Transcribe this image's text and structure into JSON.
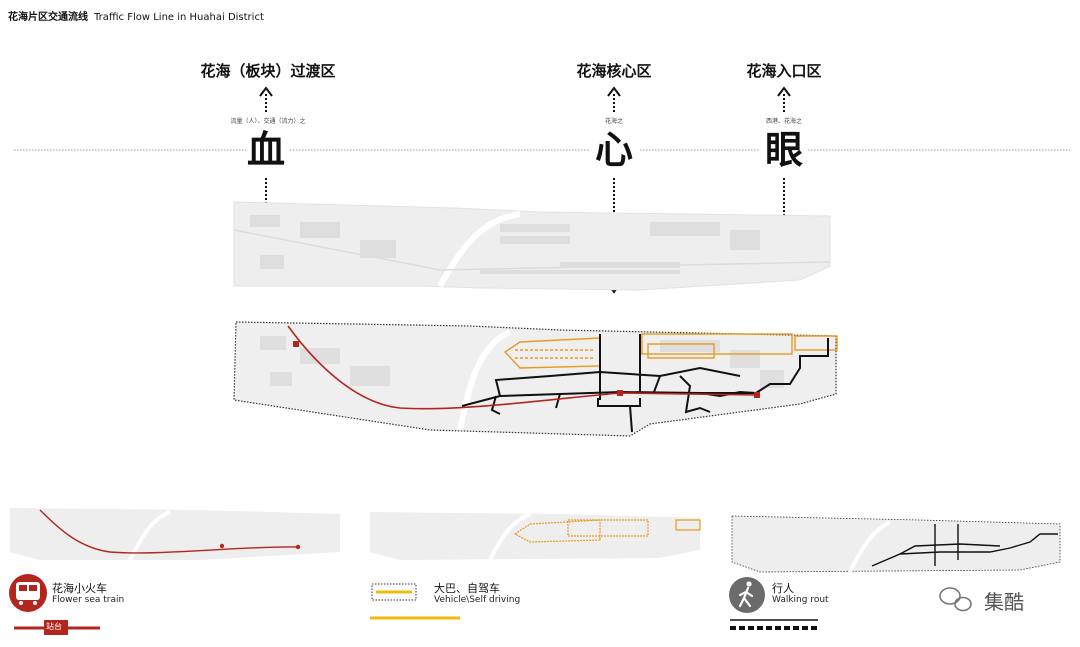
{
  "header": {
    "title_cn": "花海片区交通流线",
    "title_en": "Traffic Flow Line in Huahai District"
  },
  "zones": [
    {
      "title": "花海（板块）过渡区",
      "subtitle": "流量（人）、交通（流力）之",
      "character": "血"
    },
    {
      "title": "花海核心区",
      "subtitle": "花海之",
      "character": "心"
    },
    {
      "title": "花海入口区",
      "subtitle": "西港、花海之",
      "character": "眼"
    }
  ],
  "legend": [
    {
      "label_cn": "花海小火车",
      "label_en": "Flower sea train",
      "badge": "站台",
      "color": "#b3261e"
    },
    {
      "label_cn": "大巴、自驾车",
      "label_en": "Vehicle\\Self driving",
      "color": "#f2b90f"
    },
    {
      "label_cn": "行人",
      "label_en": "Walking rout",
      "color": "#111111"
    }
  ],
  "watermark": "集酷",
  "colors": {
    "train": "#b3261e",
    "vehicle": "#e89a22",
    "walk": "#111111",
    "map": "#ececec"
  }
}
